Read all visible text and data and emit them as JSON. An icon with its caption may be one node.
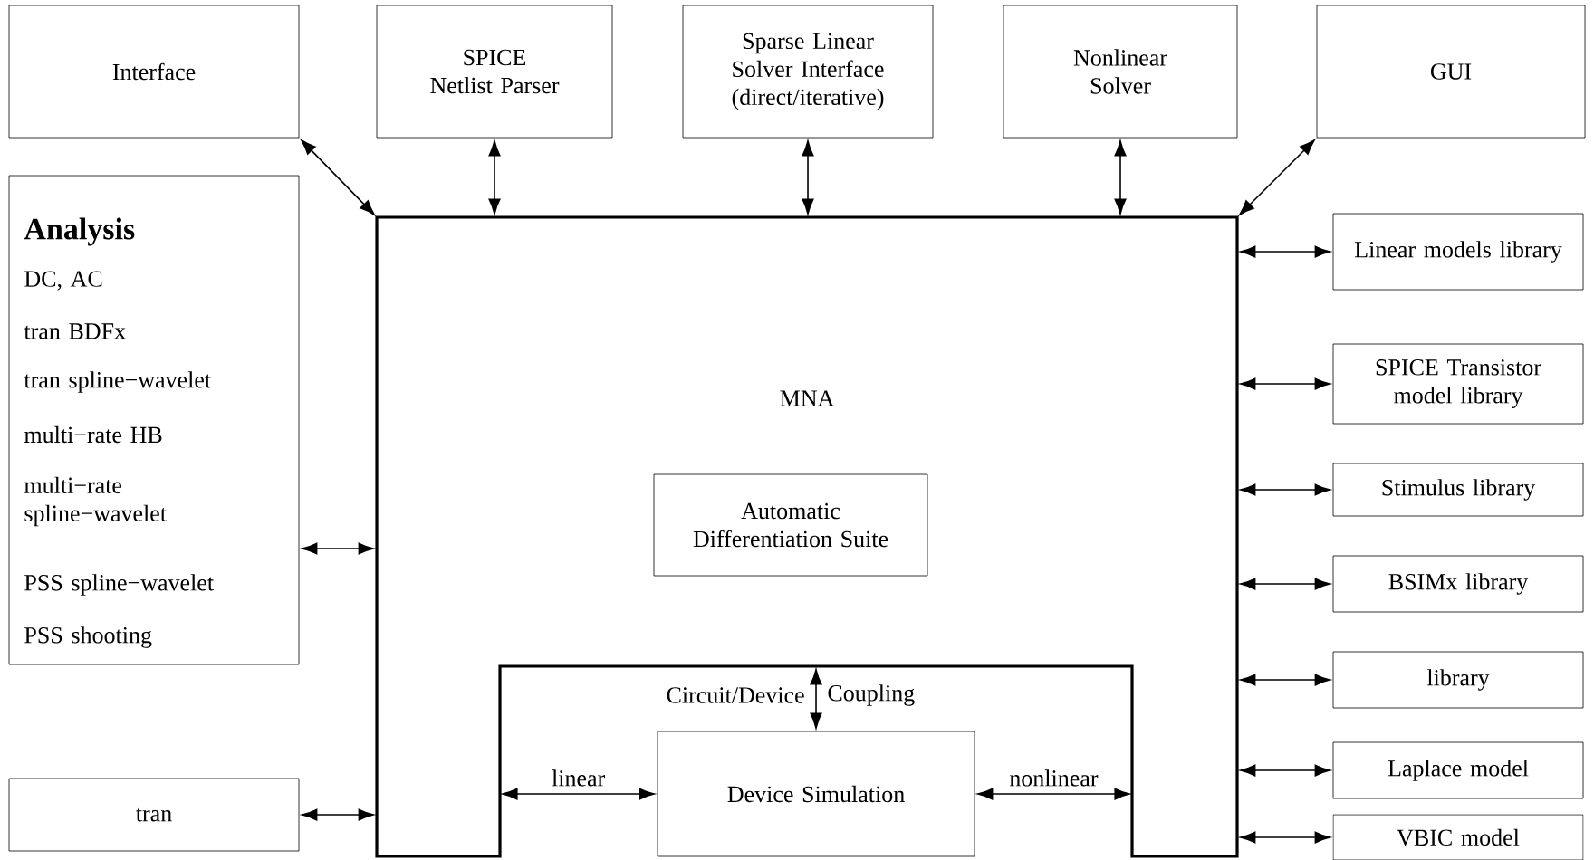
{
  "diagram": {
    "nodes": [
      {
        "text": [
          "Interface"
        ]
      },
      {
        "text": [
          "SPICE Netlist Parser"
        ]
      },
      {
        "text": [
          "Sparse Linear Solver Interface (direct/iterative)"
        ]
      },
      {
        "text": [
          "Nonlinear Solver"
        ]
      },
      {
        "text": [
          "GUI"
        ]
      },
      {
        "text": [
          "Analysis",
          "DC, AC",
          "tran BDFx",
          "tran spline−wavelet",
          "multi−rate HB",
          "multi−rate spline−wavelet",
          "PSS spline−wavelet",
          "PSS shooting"
        ]
      },
      {
        "text": [
          "tran"
        ]
      },
      {
        "text": [
          "MNA"
        ]
      },
      {
        "text": [
          "Automatic Differentiation Suite"
        ],
        "in": 7
      },
      {
        "text": [
          "Device Simulation"
        ]
      },
      {
        "text": [
          "Linear models library"
        ]
      },
      {
        "text": [
          "SPICE Transistor model library"
        ]
      },
      {
        "text": [
          "Stimulus library"
        ]
      },
      {
        "text": [
          "BSIMx library"
        ]
      },
      {
        "text": [
          "library"
        ]
      },
      {
        "text": [
          "Laplace model"
        ]
      },
      {
        "text": [
          "VBIC model"
        ]
      }
    ],
    "edges": [
      {
        "from": 0,
        "to": 7,
        "arrow": "both"
      },
      {
        "from": 1,
        "to": 7,
        "arrow": "both"
      },
      {
        "from": 2,
        "to": 7,
        "arrow": "both"
      },
      {
        "from": 3,
        "to": 7,
        "arrow": "both"
      },
      {
        "from": 4,
        "to": 7,
        "arrow": "both"
      },
      {
        "from": 5,
        "to": 7,
        "arrow": "both"
      },
      {
        "from": 6,
        "to": 7,
        "arrow": "both"
      },
      {
        "from": 7,
        "to": 10,
        "arrow": "both"
      },
      {
        "from": 7,
        "to": 11,
        "arrow": "both"
      },
      {
        "from": 7,
        "to": 12,
        "arrow": "both"
      },
      {
        "from": 7,
        "to": 13,
        "arrow": "both"
      },
      {
        "from": 7,
        "to": 14,
        "arrow": "both"
      },
      {
        "from": 7,
        "to": 15,
        "arrow": "both"
      },
      {
        "from": 7,
        "to": 16,
        "arrow": "both"
      },
      {
        "from": 7,
        "to": 9,
        "arrow": "both"
      },
      {
        "from": 7,
        "to": 9,
        "label": "linear",
        "arrow": "both"
      },
      {
        "from": 9,
        "to": 7,
        "label": "nonlinear",
        "arrow": "both"
      }
    ],
    "labels": [
      "Circuit/Device",
      "Coupling"
    ]
  }
}
